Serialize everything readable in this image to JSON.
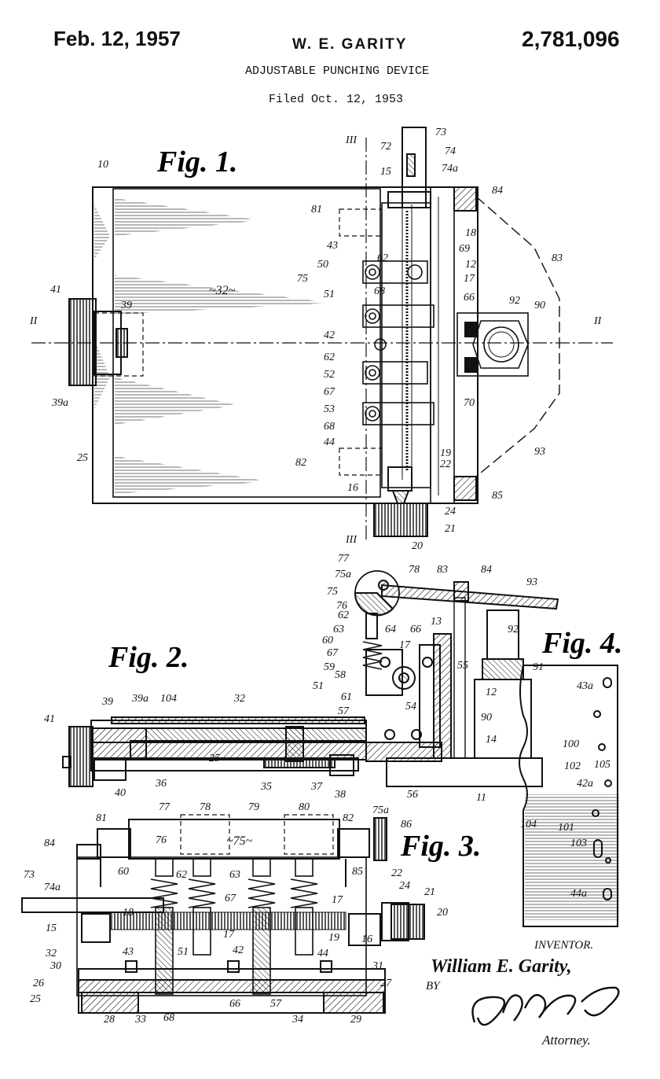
{
  "header": {
    "date": "Feb. 12, 1957",
    "inventor": "W. E. GARITY",
    "patent_number": "2,781,096",
    "title": "ADJUSTABLE PUNCHING DEVICE",
    "filed": "Filed Oct. 12, 1953"
  },
  "figures": {
    "fig1": "Fig. 1.",
    "fig2": "Fig. 2.",
    "fig3": "Fig. 3.",
    "fig4": "Fig. 4."
  },
  "section_marks": {
    "iii_top": "III",
    "iii_bottom": "III",
    "ii_left": "II",
    "ii_right": "II"
  },
  "labels_fig1": {
    "l10": "10",
    "l73": "73",
    "l72": "72",
    "l74": "74",
    "l74a": "74a",
    "l15": "15",
    "l84": "84",
    "l81": "81",
    "l43": "43",
    "l18": "18",
    "l62a": "62",
    "l69": "69",
    "l12": "12",
    "l83": "83",
    "l50": "50",
    "l17": "17",
    "l75": "75",
    "l41": "41",
    "l39": "39",
    "l32": "~32~",
    "l51": "51",
    "l68a": "68",
    "l66": "66",
    "l92": "92",
    "l90": "90",
    "l42": "42",
    "l62b": "62",
    "l52": "52",
    "l39a": "39a",
    "l67": "67",
    "l53": "53",
    "l70": "70",
    "l68b": "68",
    "l44": "44",
    "l25": "25",
    "l93": "93",
    "l82": "82",
    "l19": "19",
    "l22": "22",
    "l16": "16",
    "l85": "85",
    "l24": "24",
    "l21": "21",
    "l20": "20"
  },
  "labels_fig2": {
    "l77": "77",
    "l75a": "75a",
    "l78": "78",
    "l83": "83",
    "l84": "84",
    "l93": "93",
    "l75": "75",
    "l76": "76",
    "l62": "62",
    "l63": "63",
    "l60": "60",
    "l64": "64",
    "l66": "66",
    "l17": "17",
    "l13": "13",
    "l92": "92",
    "l67": "67",
    "l55": "55",
    "l91": "91",
    "l59": "59",
    "l58": "58",
    "l51": "51",
    "l61": "61",
    "l12": "12",
    "l57": "57",
    "l54": "54",
    "l90": "90",
    "l39": "39",
    "l39a": "39a",
    "l104": "104",
    "l32": "32",
    "l14": "14",
    "l41": "41",
    "l25": "25",
    "l36": "36",
    "l35": "35",
    "l37": "37",
    "l38": "38",
    "l40": "40",
    "l56": "56",
    "l11": "11"
  },
  "labels_fig3": {
    "l77": "77",
    "l78": "78",
    "l79": "79",
    "l80": "80",
    "l82": "82",
    "l75a": "75a",
    "l86": "86",
    "l81": "81",
    "l84": "84",
    "l76": "76",
    "l75": "~75~",
    "l85": "85",
    "l60": "60",
    "l62": "62",
    "l63": "63",
    "l22": "22",
    "l73": "73",
    "l74a": "74a",
    "l24": "24",
    "l21": "21",
    "l67": "67",
    "l17a": "17",
    "l20": "20",
    "l15": "15",
    "l18": "18",
    "l17b": "17",
    "l19": "19",
    "l16": "16",
    "l32": "32",
    "l43": "43",
    "l51": "51",
    "l42": "42",
    "l44": "44",
    "l30": "30",
    "l31": "31",
    "l26": "26",
    "l27": "27",
    "l25": "25",
    "l66": "66",
    "l57": "57",
    "l28": "28",
    "l33": "33",
    "l68": "68",
    "l34": "34",
    "l29": "29"
  },
  "labels_fig4": {
    "l43a": "43a",
    "l100": "100",
    "l102": "102",
    "l105": "105",
    "l42a": "42a",
    "l104": "104",
    "l101": "101",
    "l103": "103",
    "l44a": "44a"
  },
  "signature": {
    "inventor_label": "INVENTOR.",
    "inventor_name": "William E. Garity,",
    "by": "BY",
    "attorney": "Attorney."
  }
}
